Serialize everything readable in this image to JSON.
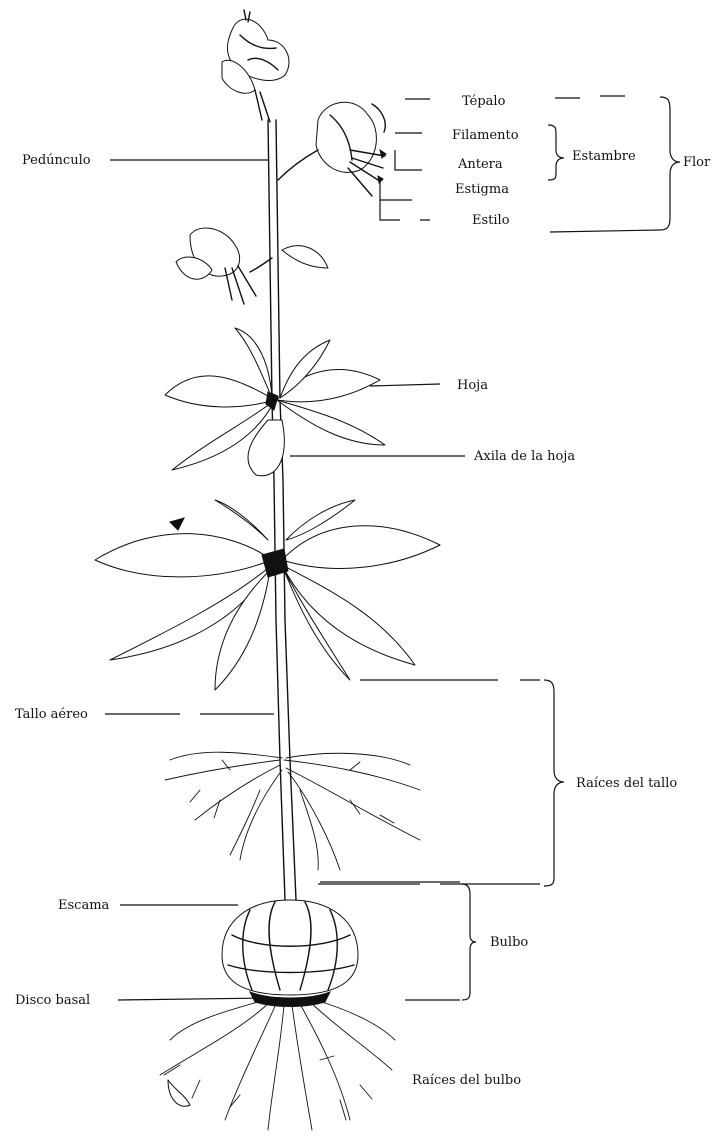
{
  "labels": {
    "tepalo": "Tépalo",
    "filamento": "Filamento",
    "antera": "Antera",
    "estigma": "Estigma",
    "estilo": "Estilo",
    "estambre": "Estambre",
    "flor": "Flor",
    "pedunculo": "Pedúnculo",
    "hoja": "Hoja",
    "axila": "Axila de la hoja",
    "tallo_aereo": "Tallo aéreo",
    "raices_tallo": "Raíces del tallo",
    "escama": "Escama",
    "bulbo": "Bulbo",
    "disco_basal": "Disco basal",
    "raices_bulbo": "Raíces del bulbo"
  }
}
